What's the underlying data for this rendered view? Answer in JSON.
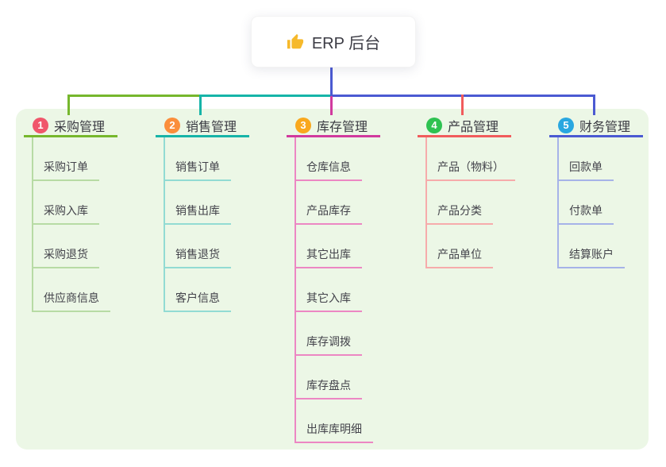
{
  "root": {
    "icon": "thumbs-up",
    "label": "ERP 后台"
  },
  "connectors": {
    "root_color": "#4b5ad2"
  },
  "panel_color": "#ecf7e6",
  "branches": [
    {
      "num": "1",
      "label": "采购管理",
      "badge_color": "#f0566b",
      "line_color": "#76b72d",
      "child_line_color": "#b7dba4",
      "children": [
        "采购订单",
        "采购入库",
        "采购退货",
        "供应商信息"
      ]
    },
    {
      "num": "2",
      "label": "销售管理",
      "badge_color": "#fb8e3b",
      "line_color": "#16b4a8",
      "child_line_color": "#92dbd3",
      "children": [
        "销售订单",
        "销售出库",
        "销售退货",
        "客户信息"
      ]
    },
    {
      "num": "3",
      "label": "库存管理",
      "badge_color": "#f9a81d",
      "line_color": "#d13a9e",
      "child_line_color": "#ec87c3",
      "children": [
        "仓库信息",
        "产品库存",
        "其它出库",
        "其它入库",
        "库存调拨",
        "库存盘点",
        "出库库明细"
      ]
    },
    {
      "num": "4",
      "label": "产品管理",
      "badge_color": "#2ec251",
      "line_color": "#f15c5c",
      "child_line_color": "#f6abab",
      "children": [
        "产品（物料）",
        "产品分类",
        "产品单位"
      ]
    },
    {
      "num": "5",
      "label": "财务管理",
      "badge_color": "#29a7e0",
      "line_color": "#4b5ad2",
      "child_line_color": "#a6b3e8",
      "children": [
        "回款单",
        "付款单",
        "结算账户"
      ]
    }
  ]
}
